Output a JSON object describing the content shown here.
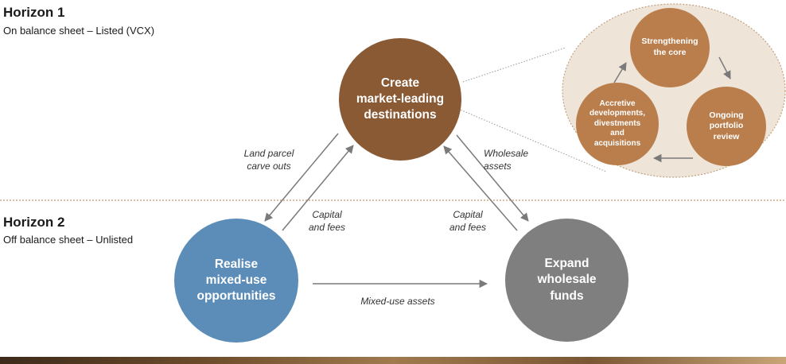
{
  "horizon1": {
    "title": "Horizon 1",
    "subtitle": "On balance sheet – Listed (VCX)"
  },
  "horizon2": {
    "title": "Horizon 2",
    "subtitle": "Off balance sheet – Unlisted"
  },
  "nodes": {
    "create": {
      "line1": "Create",
      "line2": "market-leading",
      "line3": "destinations",
      "color": "#8a5a34"
    },
    "realise": {
      "line1": "Realise",
      "line2": "mixed-use",
      "line3": "opportunities",
      "color": "#5b8db8"
    },
    "expand": {
      "line1": "Expand",
      "line2": "wholesale",
      "line3": "funds",
      "color": "#7f7f7f"
    }
  },
  "cycle": {
    "background": "#efe4d8",
    "node_color": "#b97e4c",
    "strengthen": {
      "line1": "Strengthening",
      "line2": "the core"
    },
    "review": {
      "line1": "Ongoing",
      "line2": "portfolio",
      "line3": "review"
    },
    "accretive": {
      "line1": "Accretive",
      "line2": "developments,",
      "line3": "divestments",
      "line4": "and",
      "line5": "acquisitions"
    }
  },
  "flows": {
    "land_parcel": {
      "line1": "Land parcel",
      "line2": "carve outs"
    },
    "capital_left": {
      "line1": "Capital",
      "line2": "and fees"
    },
    "wholesale_assets": {
      "line1": "Wholesale",
      "line2": "assets"
    },
    "capital_right": {
      "line1": "Capital",
      "line2": "and fees"
    },
    "mixed_use_assets": "Mixed-use assets"
  }
}
